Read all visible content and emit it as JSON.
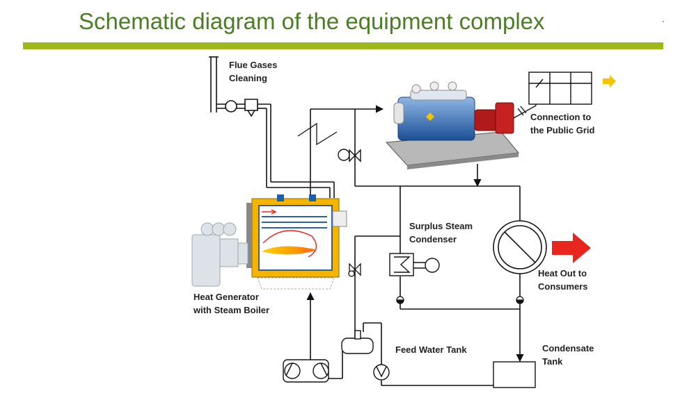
{
  "title": "Schematic diagram of the equipment complex",
  "labels": {
    "flue_gases_line1": "Flue Gases",
    "flue_gases_line2": "Cleaning",
    "grid_line1": "Connection to",
    "grid_line2": "the Public Grid",
    "surplus_line1": "Surplus Steam",
    "surplus_line2": "Condenser",
    "heat_gen_line1": "Heat Generator",
    "heat_gen_line2": "with Steam Boiler",
    "heat_out_line1": "Heat Out to",
    "heat_out_line2": "Consumers",
    "feed_water": "Feed Water Tank",
    "condensate_line1": "Condensate",
    "condensate_line2": "Tank"
  },
  "colors": {
    "title": "#4a7d24",
    "rule": "#9cb91a",
    "heat_arrow": "#e8261e",
    "grid_arrow": "#f5c400",
    "boiler_shell": "#f4b400",
    "engine": "#1f5fa8"
  }
}
